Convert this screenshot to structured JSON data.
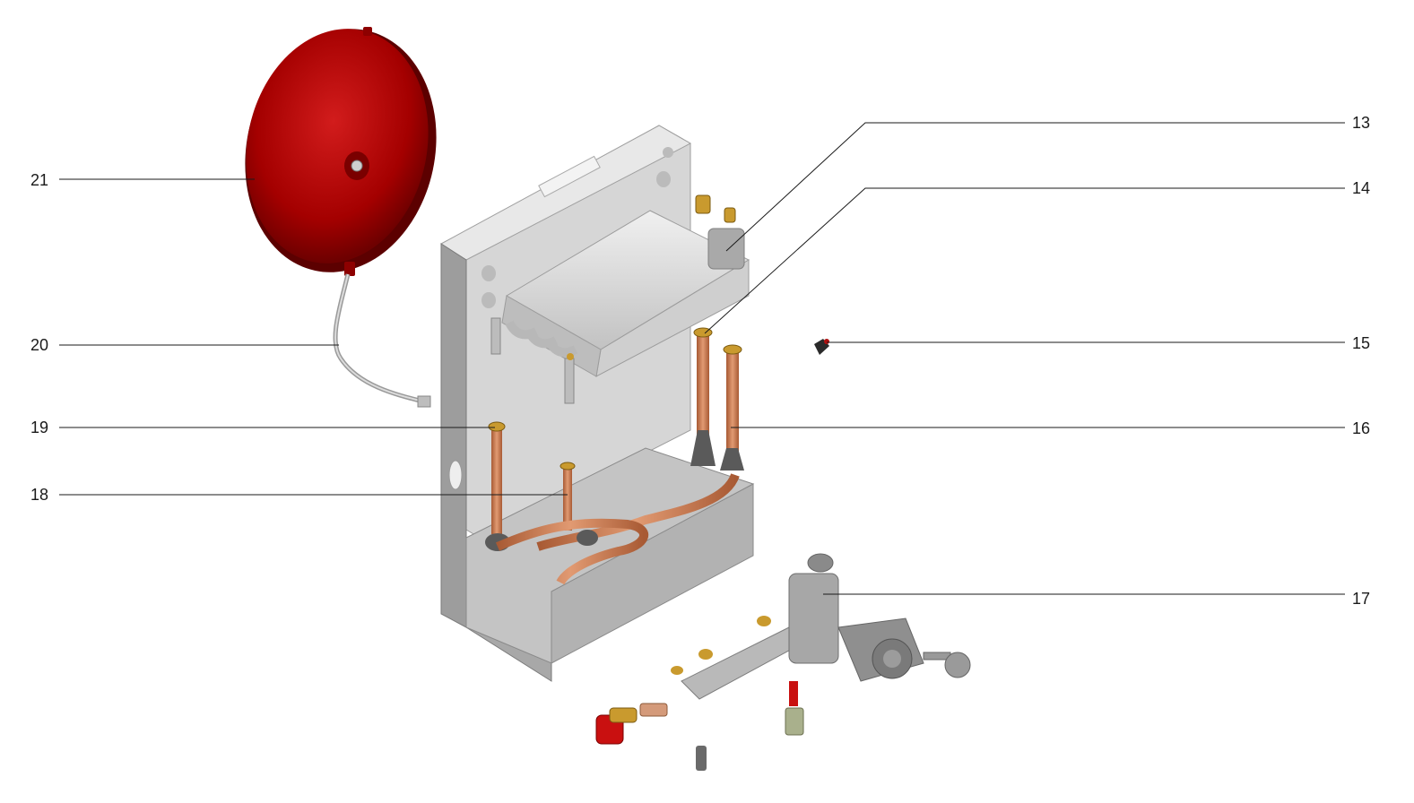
{
  "diagram": {
    "callouts": [
      {
        "id": "13",
        "label": "13",
        "side": "right"
      },
      {
        "id": "14",
        "label": "14",
        "side": "right"
      },
      {
        "id": "15",
        "label": "15",
        "side": "right"
      },
      {
        "id": "16",
        "label": "16",
        "side": "right"
      },
      {
        "id": "17",
        "label": "17",
        "side": "right"
      },
      {
        "id": "18",
        "label": "18",
        "side": "left"
      },
      {
        "id": "19",
        "label": "19",
        "side": "left"
      },
      {
        "id": "20",
        "label": "20",
        "side": "left"
      },
      {
        "id": "21",
        "label": "21",
        "side": "left"
      }
    ],
    "colors": {
      "frame": "#c9c9c9",
      "frame_dark": "#8f8f8f",
      "expansion_vessel": "#a00000",
      "copper": "#c8794e",
      "brass": "#c99a2e",
      "leader_line": "#1a1a1a"
    }
  }
}
